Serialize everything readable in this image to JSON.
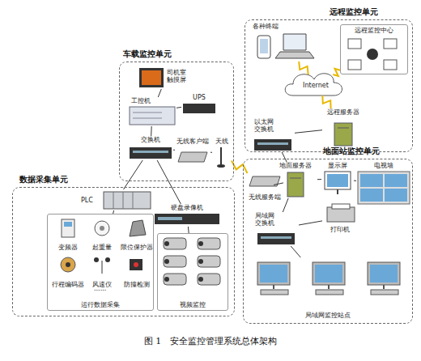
{
  "diagram": {
    "caption": "图 1　安全监控管理系统总体架构",
    "nodes": [
      {
        "text": [
          "远程监控单元"
        ]
      },
      {
        "text": [
          "各种终端"
        ],
        "in": 0
      },
      {
        "text": [
          "远程监控中心"
        ],
        "in": 0
      },
      {
        "text": [
          "Internet"
        ],
        "in": 0
      },
      {
        "text": [
          "以太网交换机"
        ],
        "in": 0
      },
      {
        "text": [
          "远程服务器"
        ],
        "in": 0
      },
      {
        "text": [
          "车载监控单元"
        ]
      },
      {
        "text": [
          "司机室触摸屏"
        ],
        "in": 6
      },
      {
        "text": [
          "工控机"
        ],
        "in": 6
      },
      {
        "text": [
          "UPS"
        ],
        "in": 6
      },
      {
        "text": [
          "交换机"
        ],
        "in": 6
      },
      {
        "text": [
          "无线客户端"
        ],
        "in": 6
      },
      {
        "text": [
          "天线"
        ],
        "in": 6
      },
      {
        "text": [
          "地面站监控单元"
        ]
      },
      {
        "text": [
          "地面服务器"
        ],
        "in": 13
      },
      {
        "text": [
          "显示屏"
        ],
        "in": 13
      },
      {
        "text": [
          "电视墙"
        ],
        "in": 13
      },
      {
        "text": [
          "无线服务端"
        ],
        "in": 13
      },
      {
        "text": [
          "局域网交换机"
        ],
        "in": 13
      },
      {
        "text": [
          "打印机"
        ],
        "in": 13
      },
      {
        "text": [
          "局域网监控站点"
        ],
        "in": 13
      },
      {
        "text": [
          "数据采集单元"
        ]
      },
      {
        "text": [
          "PLC"
        ],
        "in": 21
      },
      {
        "text": [
          "运行数据采集"
        ],
        "in": 21
      },
      {
        "text": [
          "变频器"
        ],
        "in": 23
      },
      {
        "text": [
          "起重量"
        ],
        "in": 23
      },
      {
        "text": [
          "限位保护器"
        ],
        "in": 23
      },
      {
        "text": [
          "行程编码器"
        ],
        "in": 23
      },
      {
        "text": [
          "风速仪"
        ],
        "in": 23
      },
      {
        "text": [
          "防撞检测"
        ],
        "in": 23
      },
      {
        "text": [
          "硬盘录像机"
        ],
        "in": 21
      },
      {
        "text": [
          "视频监控"
        ],
        "in": 21
      }
    ],
    "edges": [
      {
        "from": 3,
        "to": 1,
        "arrow": "none"
      },
      {
        "from": 3,
        "to": 2,
        "arrow": "none"
      },
      {
        "from": 5,
        "to": 3,
        "arrow": "none"
      },
      {
        "from": 4,
        "to": 5,
        "arrow": "none"
      },
      {
        "from": 4,
        "to": 14,
        "arrow": "none"
      },
      {
        "from": 7,
        "to": 8,
        "arrow": "none"
      },
      {
        "from": 8,
        "to": 9,
        "arrow": "none"
      },
      {
        "from": 8,
        "to": 10,
        "arrow": "none"
      },
      {
        "from": 10,
        "to": 11,
        "arrow": "none"
      },
      {
        "from": 11,
        "to": 12,
        "arrow": "none"
      },
      {
        "from": 12,
        "to": 17,
        "arrow": "none"
      },
      {
        "from": 17,
        "to": 14,
        "arrow": "none"
      },
      {
        "from": 14,
        "to": 15,
        "arrow": "none"
      },
      {
        "from": 15,
        "to": 16,
        "arrow": "none"
      },
      {
        "from": 14,
        "to": 18,
        "arrow": "none"
      },
      {
        "from": 18,
        "to": 19,
        "arrow": "none"
      },
      {
        "from": 18,
        "to": 20,
        "arrow": "none"
      },
      {
        "from": 10,
        "to": 22,
        "arrow": "none"
      },
      {
        "from": 10,
        "to": 30,
        "arrow": "none"
      },
      {
        "from": 22,
        "to": 23,
        "arrow": "none"
      },
      {
        "from": 30,
        "to": 31,
        "arrow": "none"
      }
    ],
    "labels": [
      "......"
    ]
  }
}
